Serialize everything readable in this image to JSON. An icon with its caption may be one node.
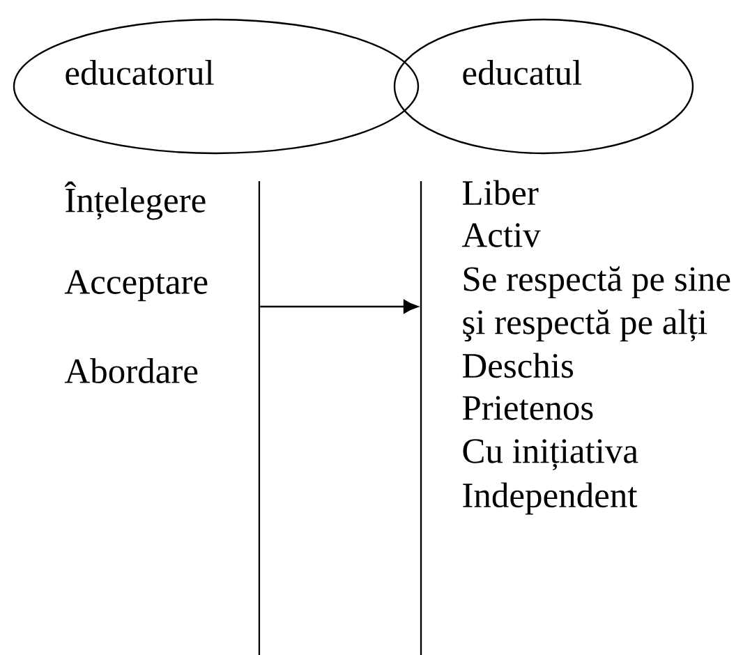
{
  "diagram": {
    "nodes": [
      {
        "text": [
          "educatorul"
        ]
      },
      {
        "text": [
          "educatul"
        ]
      },
      {
        "text": [],
        "shape": "bar"
      },
      {
        "text": [],
        "shape": "bar"
      }
    ],
    "edges": [
      {
        "from": 2,
        "to": 3,
        "arrow": "to"
      }
    ],
    "labels": [
      "Înțelegere",
      "Acceptare",
      "Abordare",
      "Liber",
      "Activ",
      "Se respectă pe sine şi respectă pe alți",
      "Deschis",
      "Prietenos",
      "Cu inițiativa",
      "Independent"
    ]
  }
}
